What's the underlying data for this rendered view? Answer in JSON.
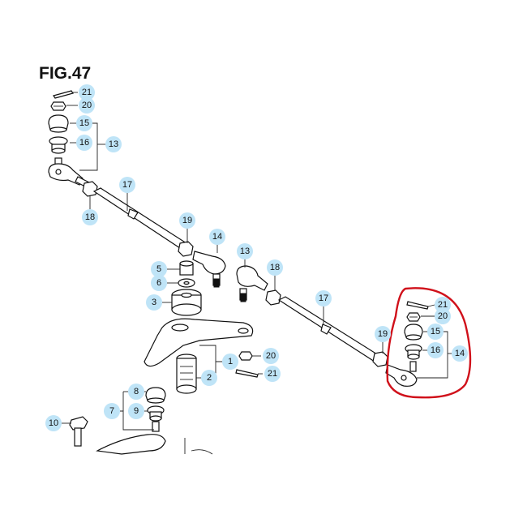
{
  "figure": {
    "title": "FIG.47"
  },
  "colors": {
    "callout": "#bfe4f7",
    "highlight": "#d0101a",
    "line": "#111111"
  },
  "callouts": {
    "c21a": "21",
    "c20a": "20",
    "c15a": "15",
    "c16a": "16",
    "c13a": "13",
    "c17a": "17",
    "c18a": "18",
    "c19a": "19",
    "c14a": "14",
    "c13b": "13",
    "c18b": "18",
    "c17b": "17",
    "c5": "5",
    "c6": "6",
    "c3": "3",
    "c1": "1",
    "c20b": "20",
    "c21b": "21",
    "c2": "2",
    "c8": "8",
    "c7": "7",
    "c9": "9",
    "c10": "10",
    "c19b": "19",
    "c21c": "21",
    "c20c": "20",
    "c15c": "15",
    "c16c": "16",
    "c14c": "14"
  }
}
